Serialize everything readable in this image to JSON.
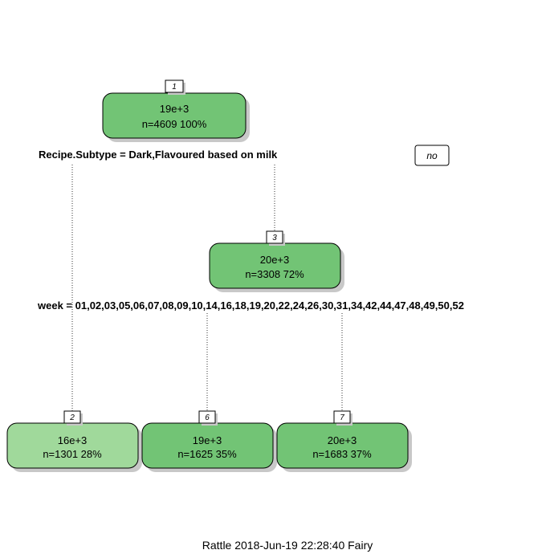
{
  "colors": {
    "node_fill_dark": "#72c475",
    "node_fill_light": "#a0d99b",
    "shadow": "#c8c8c8"
  },
  "nodes": {
    "n1": {
      "id": "1",
      "value": "19e+3",
      "stats": "n=4609  100%"
    },
    "n3": {
      "id": "3",
      "value": "20e+3",
      "stats": "n=3308  72%"
    },
    "n2": {
      "id": "2",
      "value": "16e+3",
      "stats": "n=1301  28%"
    },
    "n6": {
      "id": "6",
      "value": "19e+3",
      "stats": "n=1625  35%"
    },
    "n7": {
      "id": "7",
      "value": "20e+3",
      "stats": "n=1683  37%"
    }
  },
  "splits": {
    "s1": "Recipe.Subtype = Dark,Flavoured based on milk",
    "s2": "week = 01,02,03,05,06,07,08,09,10,14,16,18,19,20,22,24,26,30,31,34,42,44,47,48,49,50,52"
  },
  "branch_label_no": "no",
  "footer": "Rattle 2018-Jun-19 22:28:40 Fairy"
}
